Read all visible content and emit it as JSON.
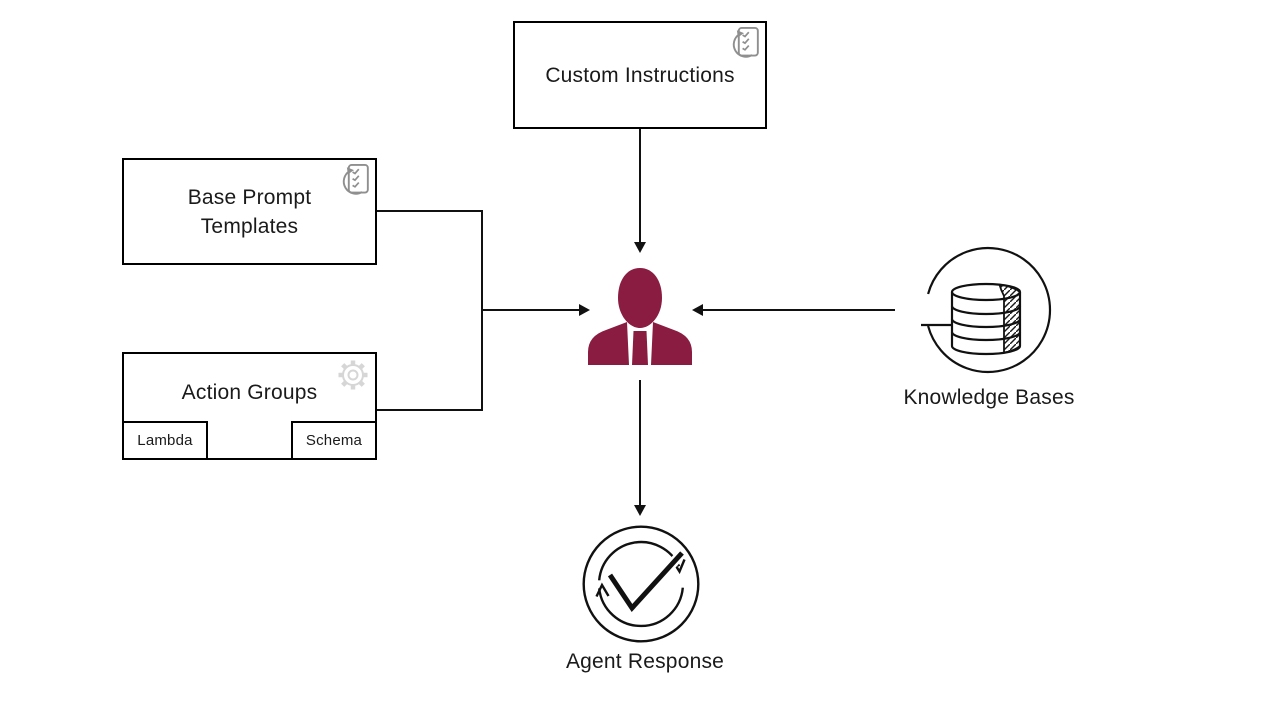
{
  "title": "Agent orchestration diagram",
  "colors": {
    "person": "#8A1C42",
    "line": "#111111",
    "box_border": "#000000",
    "scroll_icon": "#8f8f8f",
    "gear_icon": "#d6d6d6",
    "background": "#ffffff"
  },
  "nodes": {
    "custom_instructions": {
      "label": "Custom Instructions"
    },
    "base_prompt_templates": {
      "lines": [
        "Base Prompt",
        "Templates"
      ]
    },
    "action_groups": {
      "label": "Action Groups",
      "lambda_label": "Lambda",
      "schema_label": "Schema"
    },
    "knowledge_bases": {
      "label": "Knowledge Bases"
    },
    "agent_response": {
      "label": "Agent Response"
    }
  },
  "icons": {
    "custom_instructions": "checklist-refresh-icon",
    "base_prompt_templates": "checklist-refresh-icon",
    "action_groups": "gear-icon",
    "center": "person-agent-icon",
    "knowledge_bases": "database-sync-icon",
    "agent_response": "check-cycle-icon"
  }
}
